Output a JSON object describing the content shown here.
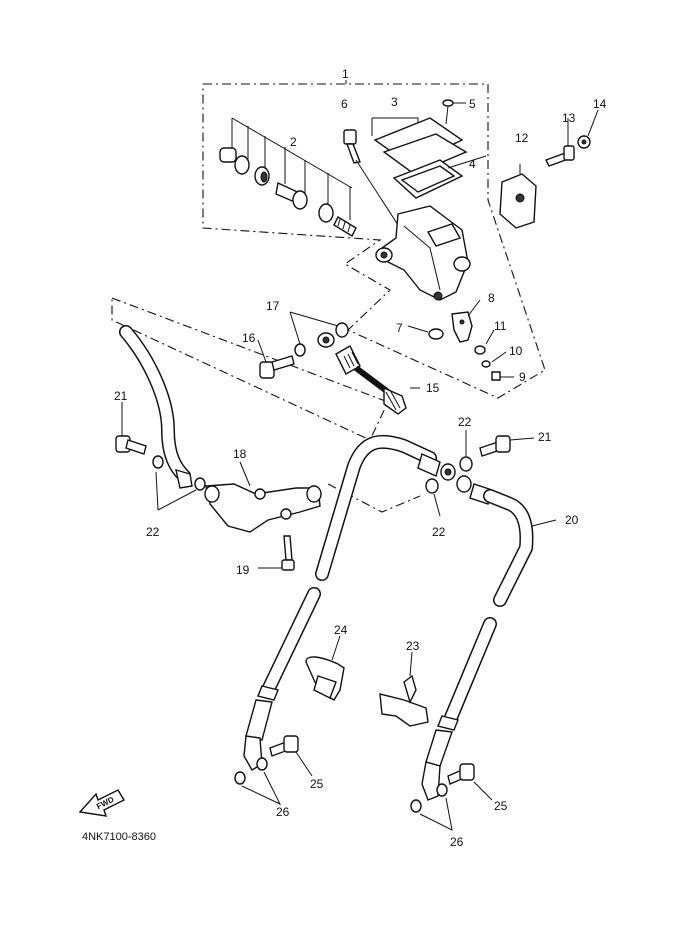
{
  "diagram": {
    "code": "4NK7100-8360",
    "fwd_text": "FWD",
    "callouts": [
      {
        "id": "c1",
        "text": "1"
      },
      {
        "id": "c2",
        "text": "2"
      },
      {
        "id": "c3",
        "text": "3"
      },
      {
        "id": "c4",
        "text": "4"
      },
      {
        "id": "c5",
        "text": "5"
      },
      {
        "id": "c6",
        "text": "6"
      },
      {
        "id": "c7",
        "text": "7"
      },
      {
        "id": "c8",
        "text": "8"
      },
      {
        "id": "c9",
        "text": "9"
      },
      {
        "id": "c10",
        "text": "10"
      },
      {
        "id": "c11",
        "text": "11"
      },
      {
        "id": "c12",
        "text": "12"
      },
      {
        "id": "c13",
        "text": "13"
      },
      {
        "id": "c14",
        "text": "14"
      },
      {
        "id": "c15",
        "text": "15"
      },
      {
        "id": "c16",
        "text": "16"
      },
      {
        "id": "c17",
        "text": "17"
      },
      {
        "id": "c18",
        "text": "18"
      },
      {
        "id": "c19",
        "text": "19"
      },
      {
        "id": "c20",
        "text": "20"
      },
      {
        "id": "c21a",
        "text": "21"
      },
      {
        "id": "c21b",
        "text": "21"
      },
      {
        "id": "c22a",
        "text": "22"
      },
      {
        "id": "c22b",
        "text": "22"
      },
      {
        "id": "c22c",
        "text": "22"
      },
      {
        "id": "c23",
        "text": "23"
      },
      {
        "id": "c24",
        "text": "24"
      },
      {
        "id": "c25a",
        "text": "25"
      },
      {
        "id": "c25b",
        "text": "25"
      },
      {
        "id": "c26a",
        "text": "26"
      },
      {
        "id": "c26b",
        "text": "26"
      }
    ]
  }
}
